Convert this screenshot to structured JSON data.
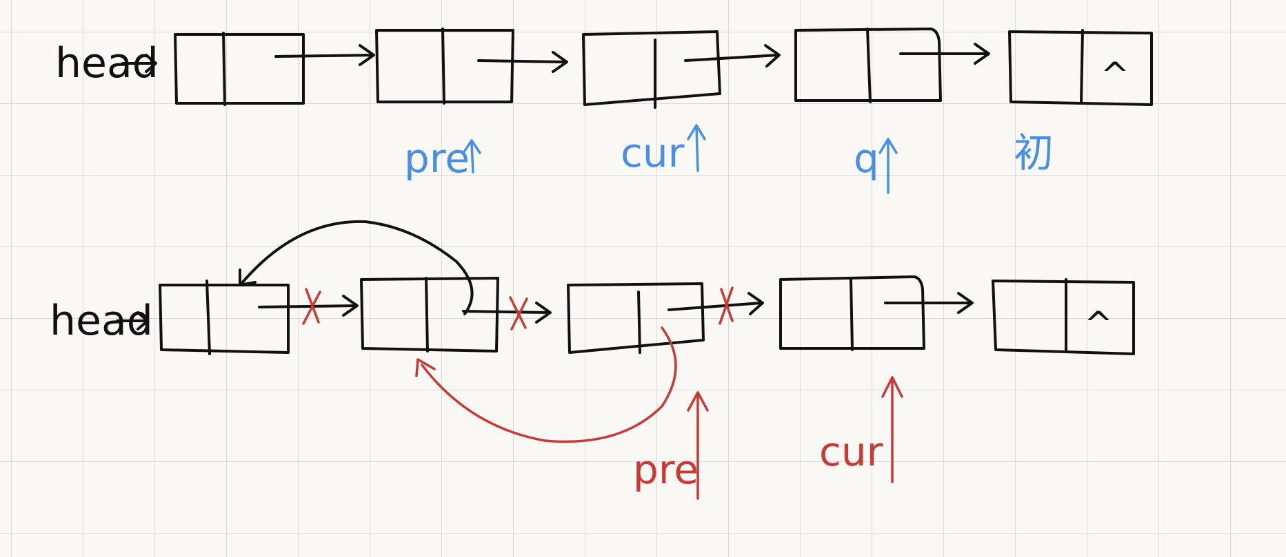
{
  "colors": {
    "ink": "#111111",
    "annotation_blue": "#4a90e2",
    "annotation_red": "#c93a35",
    "grid": "#cfcfcf",
    "paper": "#f9f8f4"
  },
  "row_top": {
    "head_label": "head",
    "null_mark": "^",
    "pointers": [
      "pre",
      "cur",
      "q",
      "初"
    ]
  },
  "row_bottom": {
    "head_label": "head",
    "null_mark": "^",
    "pointers": [
      "pre",
      "cur"
    ]
  }
}
